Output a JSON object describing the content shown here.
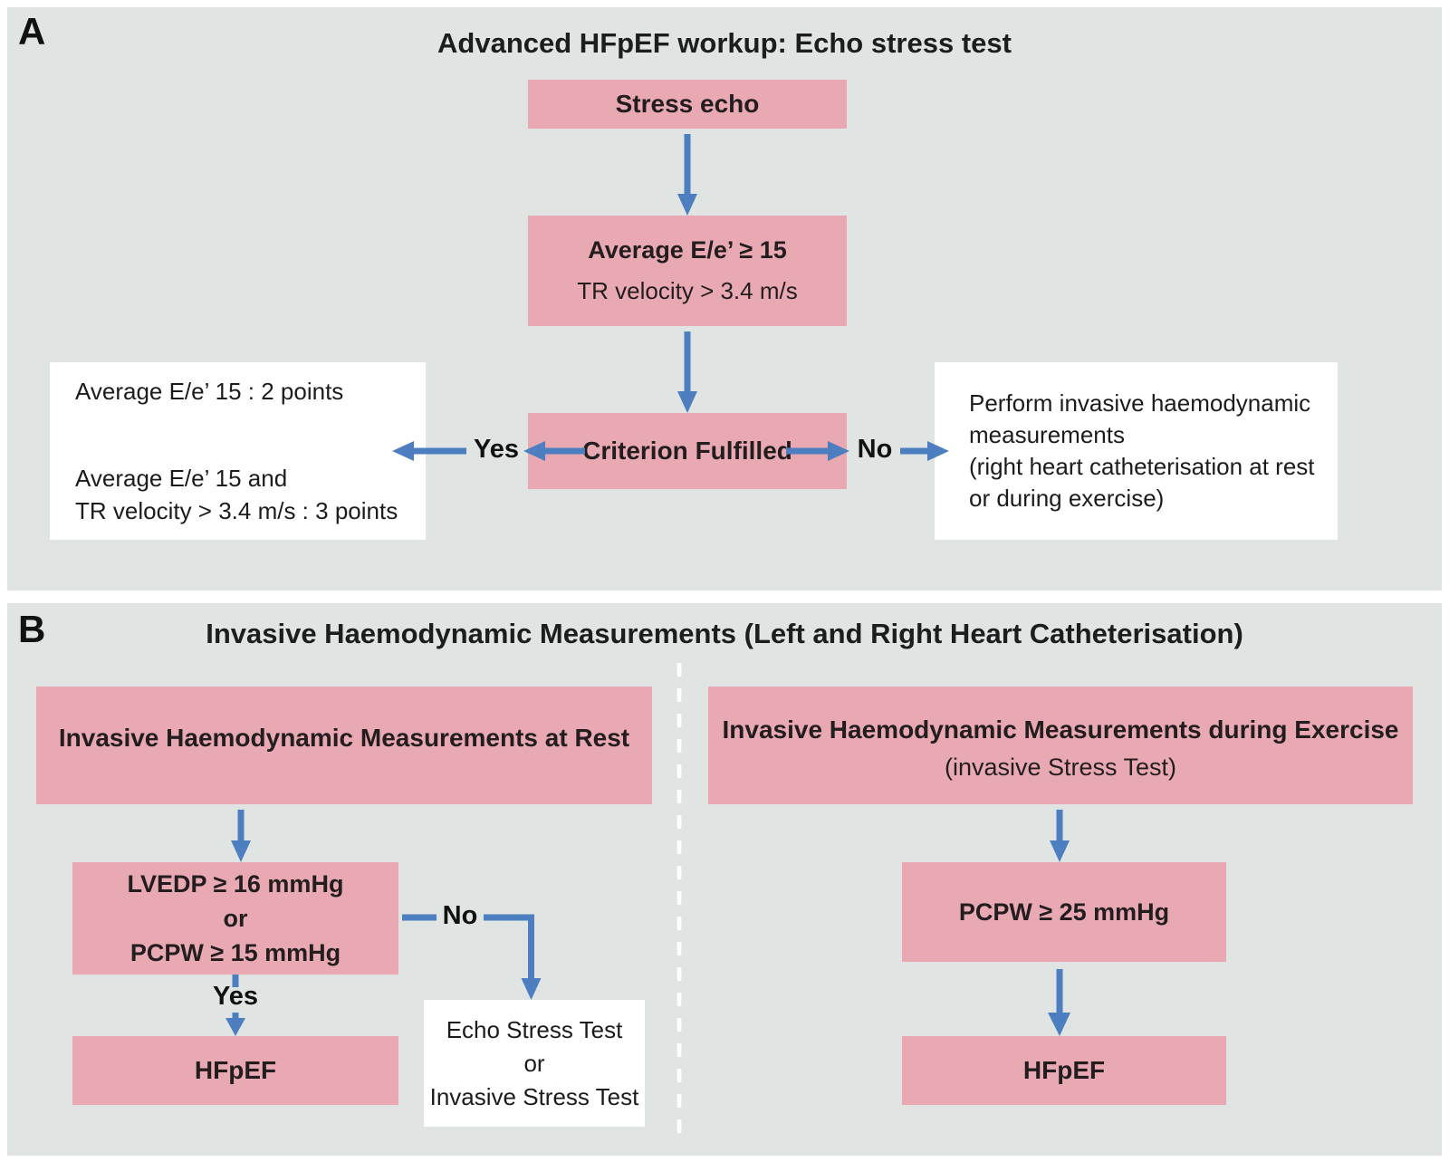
{
  "colors": {
    "panel_bg": "#e0e5e3",
    "box_pink": "#e9a9b3",
    "box_white": "#ffffff",
    "arrow_blue": "#4d7fc0",
    "text_dark": "#1c1c1e"
  },
  "panel_a": {
    "label": "A",
    "title": "Advanced HFpEF workup: Echo stress test",
    "stress_echo_box": "Stress echo",
    "criteria_box": {
      "line1": "Average E/e’ ≥ 15",
      "line2": "TR velocity > 3.4 m/s"
    },
    "decision_box": "Criterion Fulfilled",
    "yes_label": "Yes",
    "no_label": "No",
    "yes_outcome_box": {
      "line1": "Average E/e’ 15 : 2 points",
      "line2": "Average E/e’ 15 and",
      "line3": "TR velocity > 3.4 m/s : 3 points"
    },
    "no_outcome_box": {
      "line1": "Perform invasive haemodynamic",
      "line2": "measurements",
      "line3": "(right heart catheterisation at rest",
      "line4": "or during exercise)"
    }
  },
  "panel_b": {
    "label": "B",
    "title": "Invasive Haemodynamic Measurements (Left and Right Heart Catheterisation)",
    "rest": {
      "header_box": "Invasive Haemodynamic Measurements at Rest",
      "criteria_box": {
        "line1": "LVEDP ≥ 16 mmHg",
        "line2": "or",
        "line3": "PCPW ≥ 15 mmHg"
      },
      "yes_label": "Yes",
      "no_label": "No",
      "outcome_box": "HFpEF",
      "no_outcome_box": {
        "line1": "Echo Stress Test",
        "line2": "or",
        "line3": "Invasive Stress Test"
      }
    },
    "exercise": {
      "header_box": {
        "line1": "Invasive Haemodynamic Measurements during Exercise",
        "line2": "(invasive Stress Test)"
      },
      "criteria_box": "PCPW ≥ 25 mmHg",
      "outcome_box": "HFpEF"
    }
  }
}
